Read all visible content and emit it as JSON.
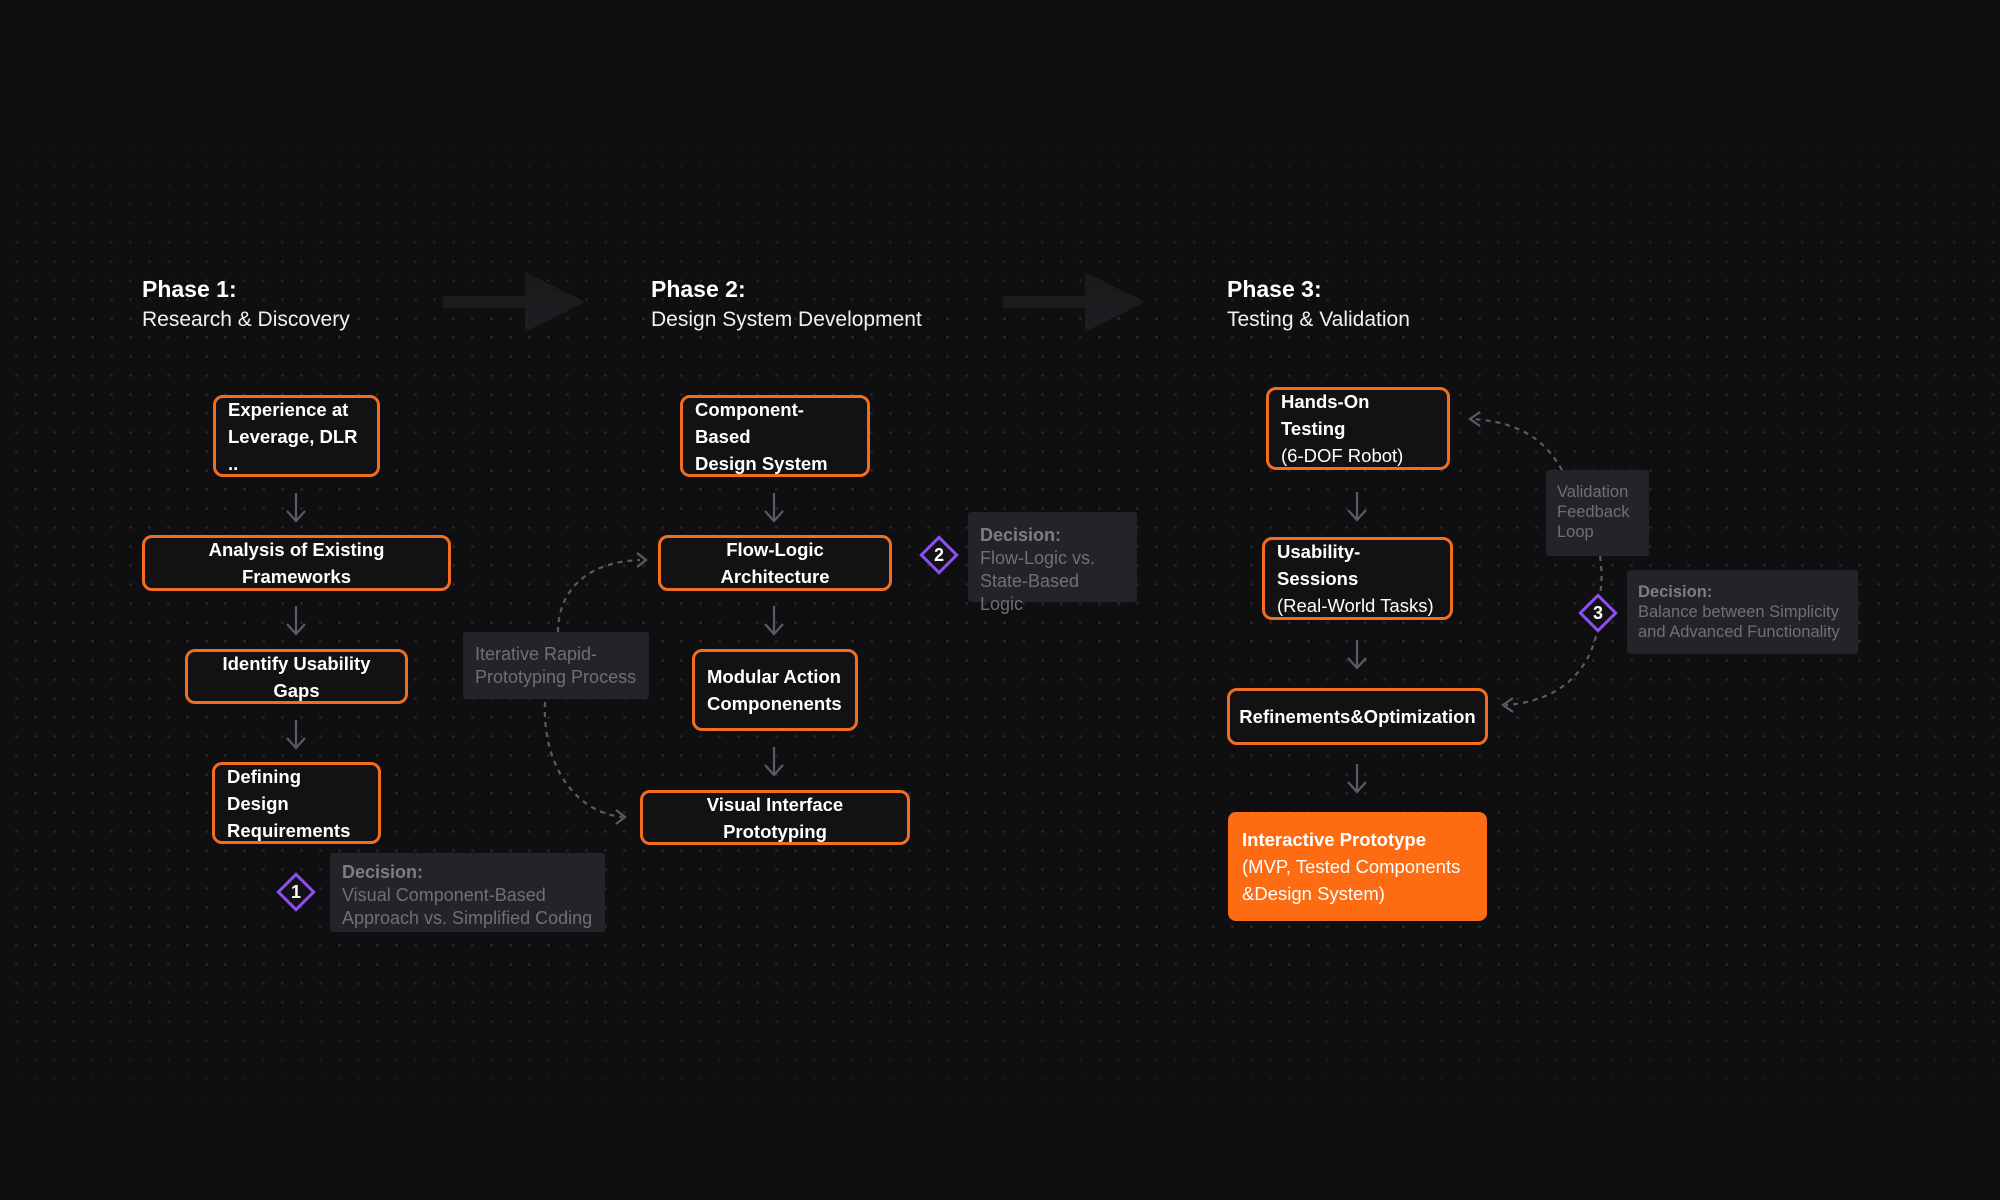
{
  "phases": [
    {
      "title": "Phase 1:",
      "subtitle": "Research & Discovery"
    },
    {
      "title": "Phase 2:",
      "subtitle": "Design System Development"
    },
    {
      "title": "Phase 3:",
      "subtitle": "Testing & Validation"
    }
  ],
  "phase1": {
    "steps": [
      {
        "line1": "Experience at",
        "line2": "Leverage, DLR .."
      },
      {
        "line1": "Analysis of Existing Frameworks"
      },
      {
        "line1": "Identify Usability Gaps"
      },
      {
        "line1": "Defining Design",
        "line2": "Requirements"
      }
    ],
    "decision": {
      "number": "1",
      "heading": "Decision:",
      "line1": "Visual Component-Based",
      "line2": "Approach vs. Simplified Coding"
    }
  },
  "phase2": {
    "steps": [
      {
        "line1": "Component-Based",
        "line2": "Design System"
      },
      {
        "line1": "Flow-Logic Architecture"
      },
      {
        "line1": "Modular Action",
        "line2": "Componenents"
      },
      {
        "line1": "Visual Interface Prototyping"
      }
    ],
    "loop_note": {
      "line1": "Iterative Rapid-",
      "line2": "Prototyping Process"
    },
    "decision": {
      "number": "2",
      "heading": "Decision:",
      "line1": "Flow-Logic vs.",
      "line2": "State-Based Logic"
    }
  },
  "phase3": {
    "steps": [
      {
        "line1": "Hands-On Testing",
        "line2": "(6-DOF Robot)"
      },
      {
        "line1": "Usability-Sessions",
        "line2": "(Real-World Tasks)"
      },
      {
        "line1": "Refinements&Optimization"
      }
    ],
    "final": {
      "line1": "Interactive Prototype",
      "line2": "(MVP, Tested Components",
      "line3": "&Design System)"
    },
    "loop_note": {
      "line1": "Validation",
      "line2": "Feedback",
      "line3": "Loop"
    },
    "decision": {
      "number": "3",
      "heading": "Decision:",
      "line1": "Balance between Simplicity",
      "line2": "and Advanced Functionality"
    }
  },
  "colors": {
    "background": "#0f0f11",
    "box_border": "#f06d22",
    "final_fill": "#fd6b13",
    "decision_diamond": "#8c4ff2",
    "connector": "#5b5b61",
    "note_fill": "#26262a"
  }
}
